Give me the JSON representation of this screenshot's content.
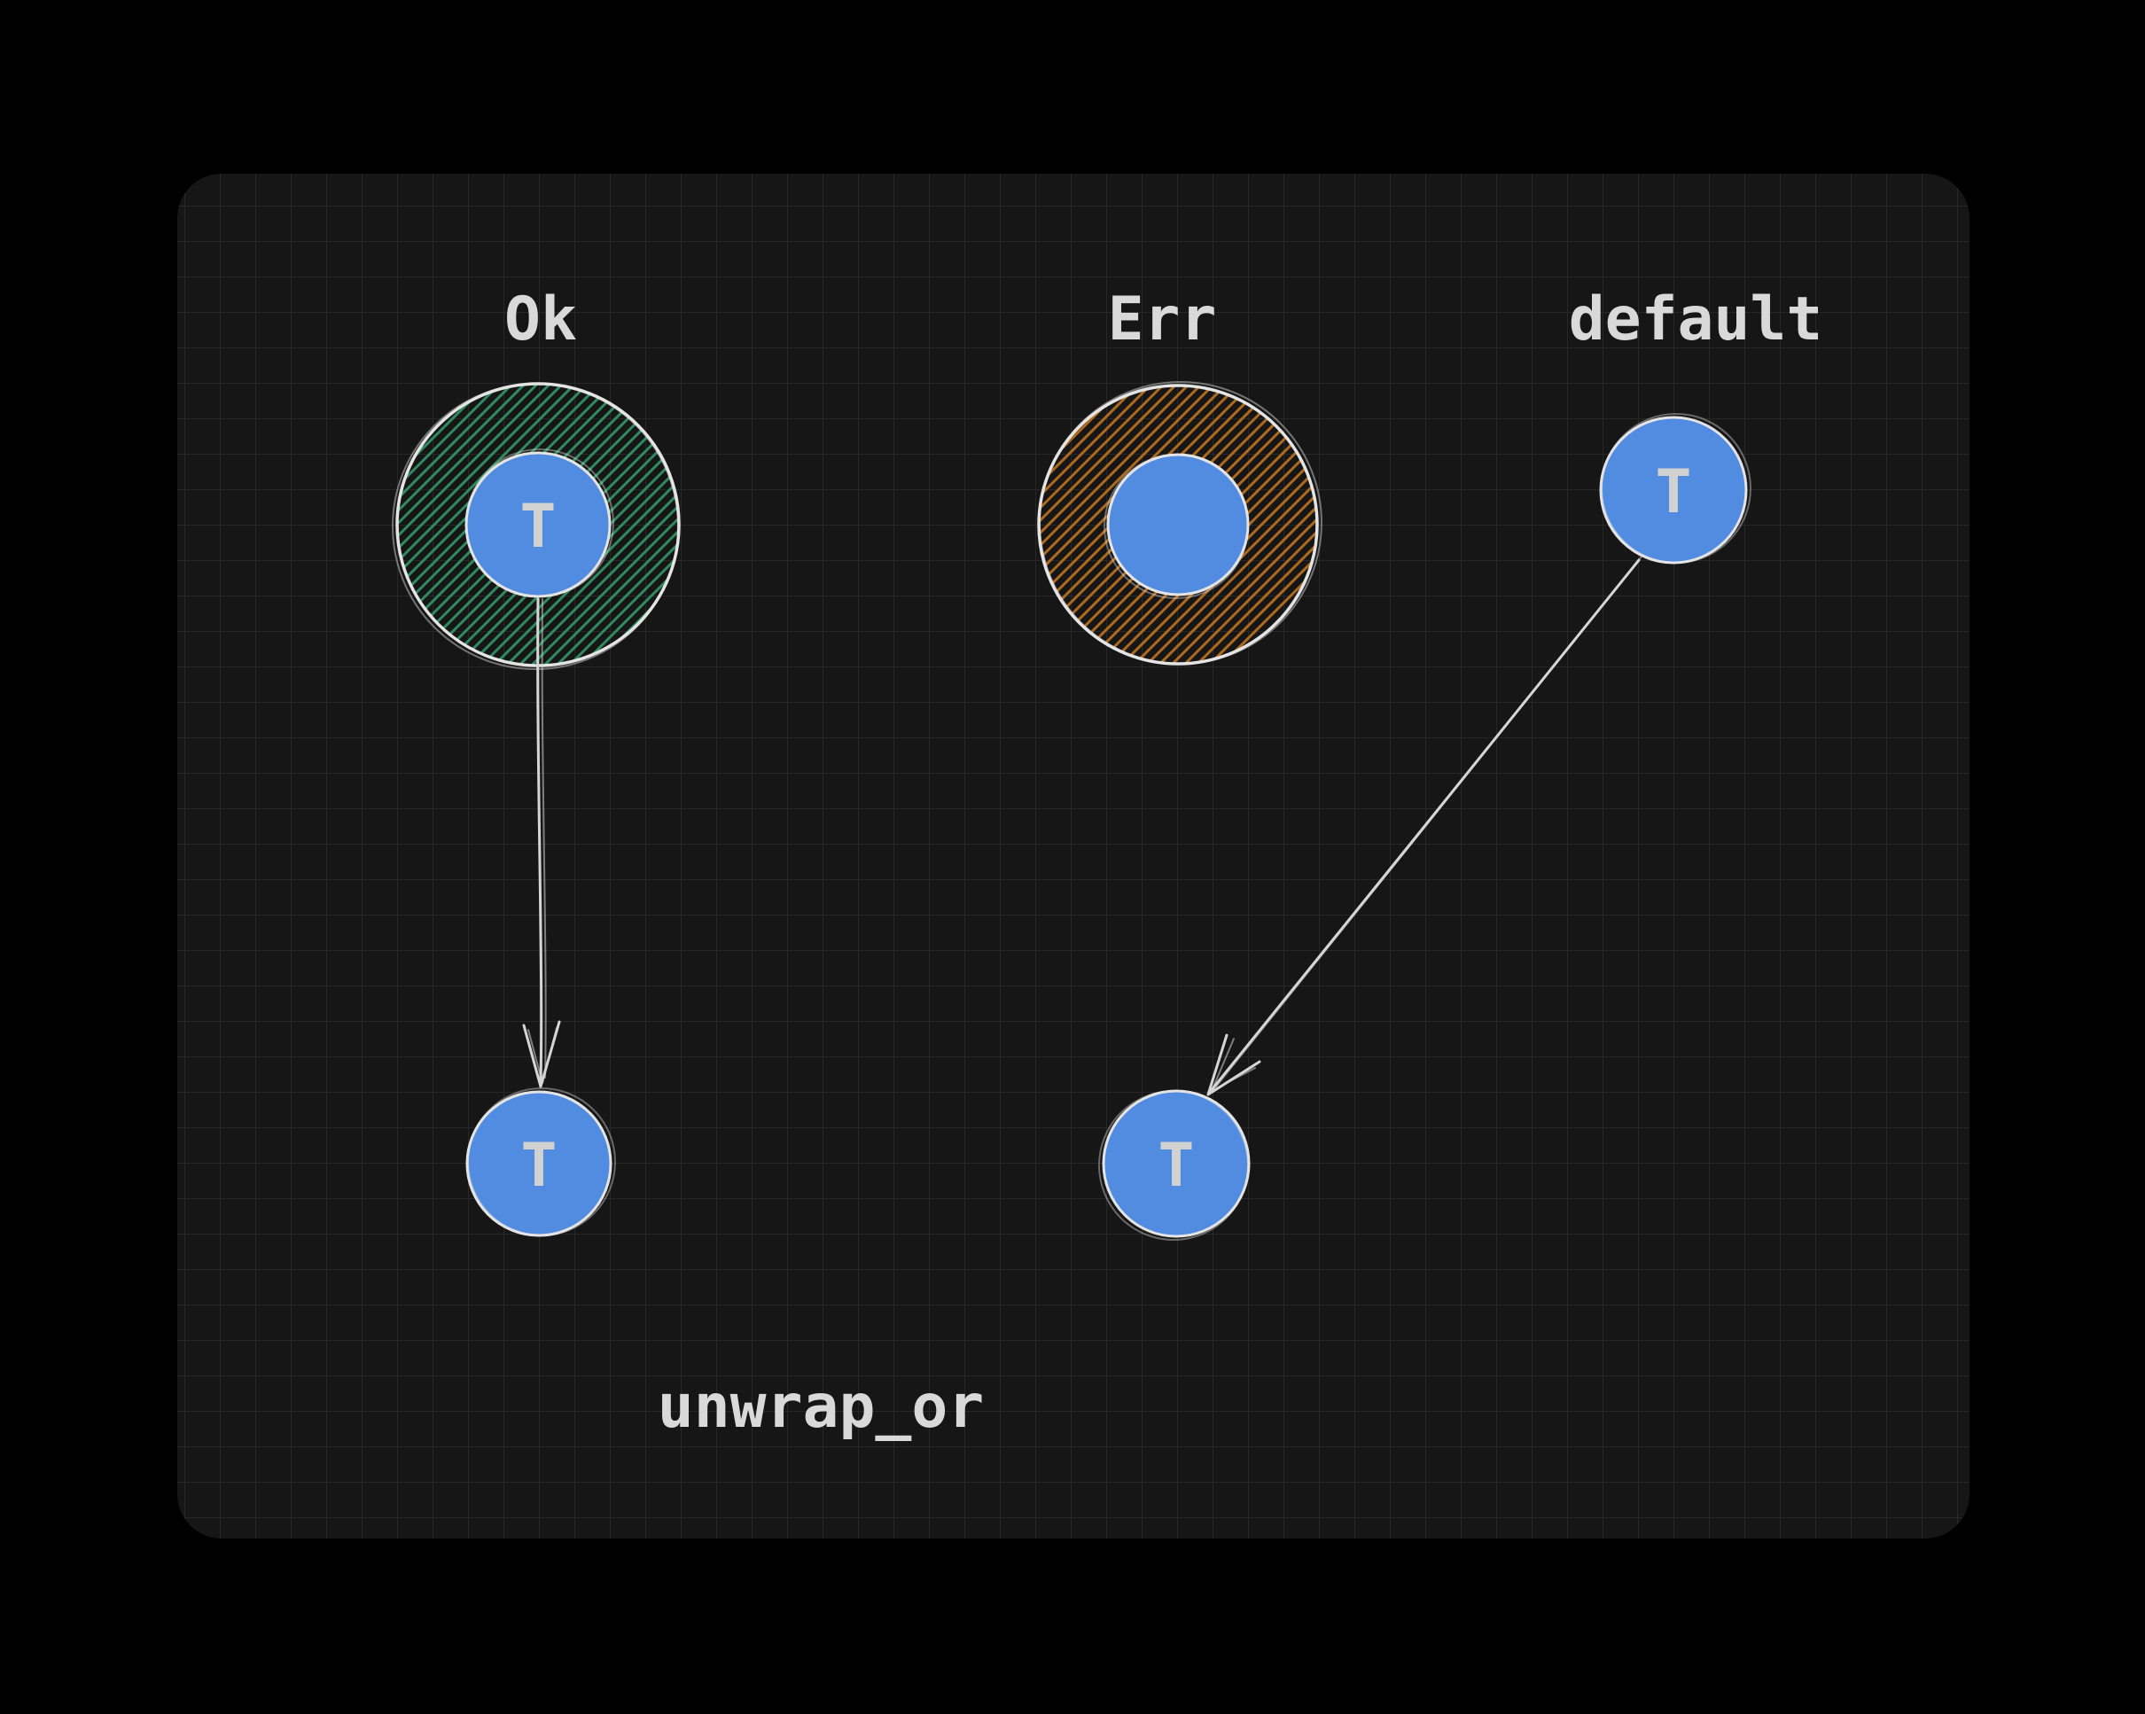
{
  "diagram": {
    "caption": "unwrap_or",
    "groups": {
      "ok": {
        "label": "Ok",
        "inner_value": "T"
      },
      "err": {
        "label": "Err"
      },
      "default": {
        "label": "default",
        "value": "T"
      }
    },
    "results": {
      "from_ok": {
        "value": "T"
      },
      "from_default": {
        "value": "T"
      }
    }
  },
  "colors": {
    "page_background": "#000000",
    "card_background": "#161616",
    "grid_line": "#272727",
    "label_text": "#d9d9d9",
    "node_blue": "#518ce0",
    "node_label": "#d2d2d2",
    "outline": "#e4e4e4",
    "ok_hatch_green": "#2f8a5e",
    "err_hatch_orange": "#ad6a1f",
    "arrow": "#d6d6d6"
  }
}
